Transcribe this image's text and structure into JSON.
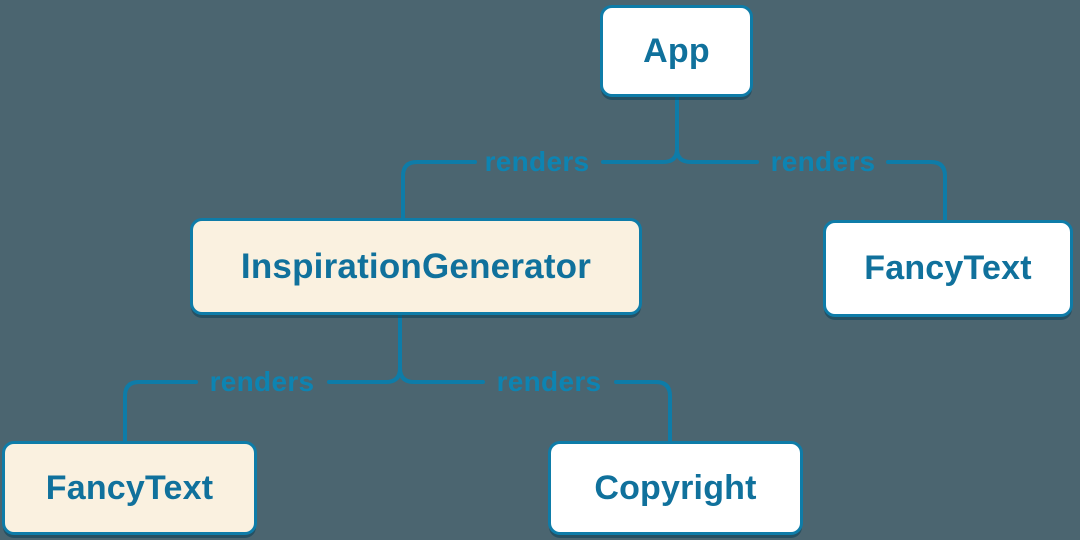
{
  "diagram": {
    "type": "component-render-tree",
    "colors": {
      "bg": "#4b6570",
      "stroke": "#0e7ca8",
      "label": "#0d84b2",
      "node_text": "#10719c",
      "node_fill_white": "#ffffff",
      "node_fill_cream": "#faf1e0",
      "shadow": "rgba(9,64,88,0.55)"
    },
    "nodes": [
      {
        "id": "app",
        "label": "App",
        "fill": "white"
      },
      {
        "id": "inspiration-generator",
        "label": "InspirationGenerator",
        "fill": "cream"
      },
      {
        "id": "fancy-text-right",
        "label": "FancyText",
        "fill": "white"
      },
      {
        "id": "fancy-text-left",
        "label": "FancyText",
        "fill": "cream"
      },
      {
        "id": "copyright",
        "label": "Copyright",
        "fill": "white"
      }
    ],
    "edges": [
      {
        "from": "App",
        "to": "InspirationGenerator",
        "label": "renders"
      },
      {
        "from": "App",
        "to": "FancyText",
        "label": "renders"
      },
      {
        "from": "InspirationGenerator",
        "to": "FancyText",
        "label": "renders"
      },
      {
        "from": "InspirationGenerator",
        "to": "Copyright",
        "label": "renders"
      }
    ]
  }
}
